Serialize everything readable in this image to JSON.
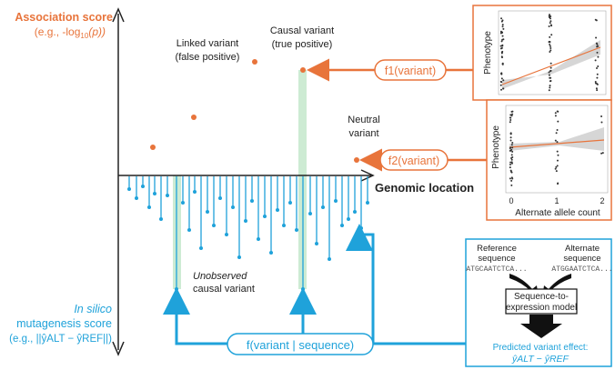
{
  "left_labels": {
    "assoc_title": "Association score",
    "assoc_sub": "(e.g., -log",
    "assoc_sub_sub": "10",
    "assoc_sub_end": "(p))",
    "insilico_italic": "In silico",
    "insilico_title": "mutagenesis score",
    "insilico_formula": "(e.g., ||ŷALT − ŷREF||)"
  },
  "axis": {
    "x_label": "Genomic location"
  },
  "annotations": {
    "linked_line1": "Linked variant",
    "linked_line2": "(false positive)",
    "causal_line1": "Causal variant",
    "causal_line2": "(true positive)",
    "neutral_line1": "Neutral",
    "neutral_line2": "variant",
    "unobserved_line1": "Unobserved",
    "unobserved_line2": "causal variant"
  },
  "functions": {
    "f1_label": "f1(variant)",
    "f2_label": "f2(variant)",
    "f_seq_label": "f(variant | sequence)"
  },
  "scatter_plots": {
    "y_label": "Phenotype",
    "x_label": "Alternate allele count",
    "x_ticks": [
      "0",
      "1",
      "2"
    ]
  },
  "model_box": {
    "ref_title_1": "Reference",
    "ref_title_2": "sequence",
    "ref_seq": "ATGCAATCTCA...",
    "alt_title_1": "Alternate",
    "alt_title_2": "sequence",
    "alt_seq": "ATGGAATCTCA...",
    "model_line1": "Sequence-to-",
    "model_line2": "expression model",
    "effect_title": "Predicted variant effect:",
    "effect_formula": "ŷALT − ŷREF"
  },
  "colors": {
    "orange": "#E8743B",
    "blue": "#1FA2DA",
    "green_highlight": "#CDEBD3",
    "panel_border": "#E8743B"
  }
}
